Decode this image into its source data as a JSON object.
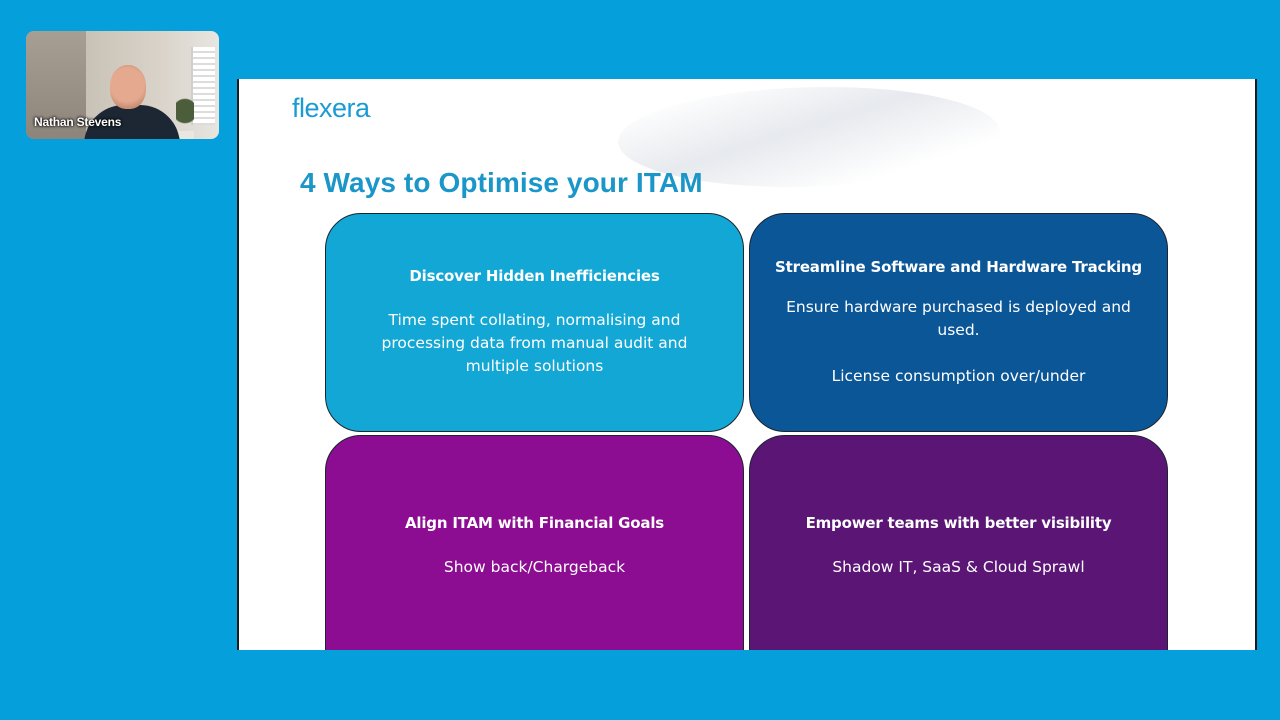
{
  "video_call": {
    "participant_name": "Nathan Stevens"
  },
  "slide": {
    "logo_text": "flexera",
    "logo_mark": ".",
    "title": "4 Ways to Optimise your ITAM",
    "cards": [
      {
        "heading": "Discover Hidden Inefficiencies",
        "lines": [
          "Time spent collating, normalising and processing data from manual audit and multiple solutions"
        ],
        "color": "#12a7d4"
      },
      {
        "heading": "Streamline Software and Hardware Tracking",
        "lines": [
          "Ensure hardware purchased is deployed and used.",
          "License consumption over/under"
        ],
        "color": "#0b5697"
      },
      {
        "heading": "Align ITAM with Financial Goals",
        "lines": [
          "Show back/Chargeback"
        ],
        "color": "#8c0c92"
      },
      {
        "heading": "Empower teams with better visibility",
        "lines": [
          "Shadow IT, SaaS & Cloud Sprawl"
        ],
        "color": "#5b1575"
      }
    ]
  },
  "colors": {
    "background": "#059fdb",
    "title": "#1a96c9",
    "logo": "#1b9bd4"
  }
}
